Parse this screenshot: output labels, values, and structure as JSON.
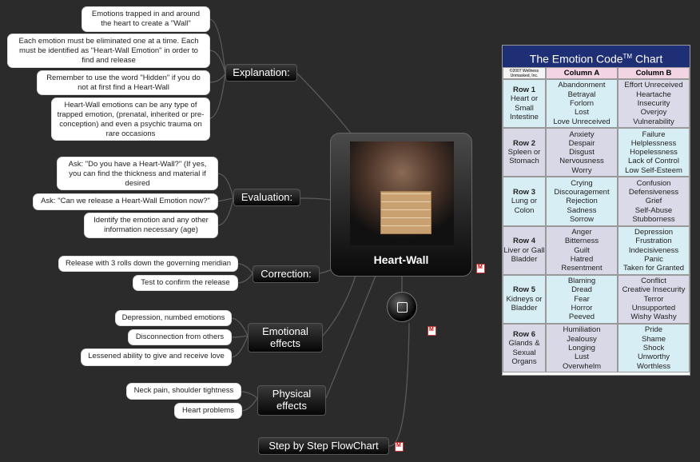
{
  "central": {
    "title": "Heart-Wall",
    "image_icon": "heart-wall-photo"
  },
  "explanation": {
    "label": "Explanation:",
    "notes": [
      "Emotions trapped in and around the heart to create a \"Wall\"",
      "Each emotion must be eliminated one at a time. Each must be identified as \"Heart-Wall Emotion\" in order to find and release",
      "Remember to use the word \"Hidden\" if you do not at first find a Heart-Wall",
      "Heart-Wall emotions can be any type of trapped emotion, (prenatal, inherited or pre-conception) and even a psychic trauma on rare occasions"
    ]
  },
  "evaluation": {
    "label": "Evaluation:",
    "notes": [
      "Ask: \"Do you have a Heart-Wall?\" (If yes, you can find the thickness and material if desired",
      "Ask: \"Can we release a Heart-Wall Emotion now?\"",
      "Identify the emotion and any other information necessary (age)"
    ]
  },
  "correction": {
    "label": "Correction:",
    "notes": [
      "Release with 3 rolls down the governing meridian",
      "Test to confirm the release"
    ]
  },
  "emotional": {
    "label": "Emotional effects",
    "notes": [
      "Depression, numbed emotions",
      "Disconnection from others",
      "Lessened ability to give and receive love"
    ]
  },
  "physical": {
    "label": "Physical effects",
    "notes": [
      "Neck pain,  shoulder tightness",
      "Heart problems"
    ]
  },
  "flowchart": {
    "label": "Step by Step FlowChart"
  },
  "table": {
    "title": "The Emotion Code",
    "tm": "TM",
    "title_suffix": "Chart",
    "copyright": "©2007 Wellness Unmasked, Inc.",
    "col_a": "Column A",
    "col_b": "Column B",
    "rows": [
      {
        "name": "Row 1",
        "organs": "Heart or Small Intestine",
        "a": [
          "Abandonment",
          "Betrayal",
          "Forlorn",
          "Lost",
          "Love Unreceived"
        ],
        "b": [
          "Effort Unreceived",
          "Heartache",
          "Insecurity",
          "Overjoy",
          "Vulnerability"
        ]
      },
      {
        "name": "Row 2",
        "organs": "Spleen or Stomach",
        "a": [
          "Anxiety",
          "Despair",
          "Disgust",
          "Nervousness",
          "Worry"
        ],
        "b": [
          "Failure",
          "Helplessness",
          "Hopelessness",
          "Lack of Control",
          "Low Self-Esteem"
        ]
      },
      {
        "name": "Row 3",
        "organs": "Lung or Colon",
        "a": [
          "Crying",
          "Discouragement",
          "Rejection",
          "Sadness",
          "Sorrow"
        ],
        "b": [
          "Confusion",
          "Defensiveness",
          "Grief",
          "Self-Abuse",
          "Stubborness"
        ]
      },
      {
        "name": "Row 4",
        "organs": "Liver or Gall Bladder",
        "a": [
          "Anger",
          "Bitterness",
          "Guilt",
          "Hatred",
          "Resentment"
        ],
        "b": [
          "Depression",
          "Frustration",
          "Indecisiveness",
          "Panic",
          "Taken for Granted"
        ]
      },
      {
        "name": "Row 5",
        "organs": "Kidneys or Bladder",
        "a": [
          "Blaming",
          "Dread",
          "Fear",
          "Horror",
          "Peeved"
        ],
        "b": [
          "Conflict",
          "Creative Insecurity",
          "Terror",
          "Unsupported",
          "Wishy Washy"
        ]
      },
      {
        "name": "Row 6",
        "organs": "Glands & Sexual Organs",
        "a": [
          "Humiliation",
          "Jealousy",
          "Longing",
          "Lust",
          "Overwhelm"
        ],
        "b": [
          "Pride",
          "Shame",
          "Shock",
          "Unworthy",
          "Worthless"
        ]
      }
    ]
  }
}
